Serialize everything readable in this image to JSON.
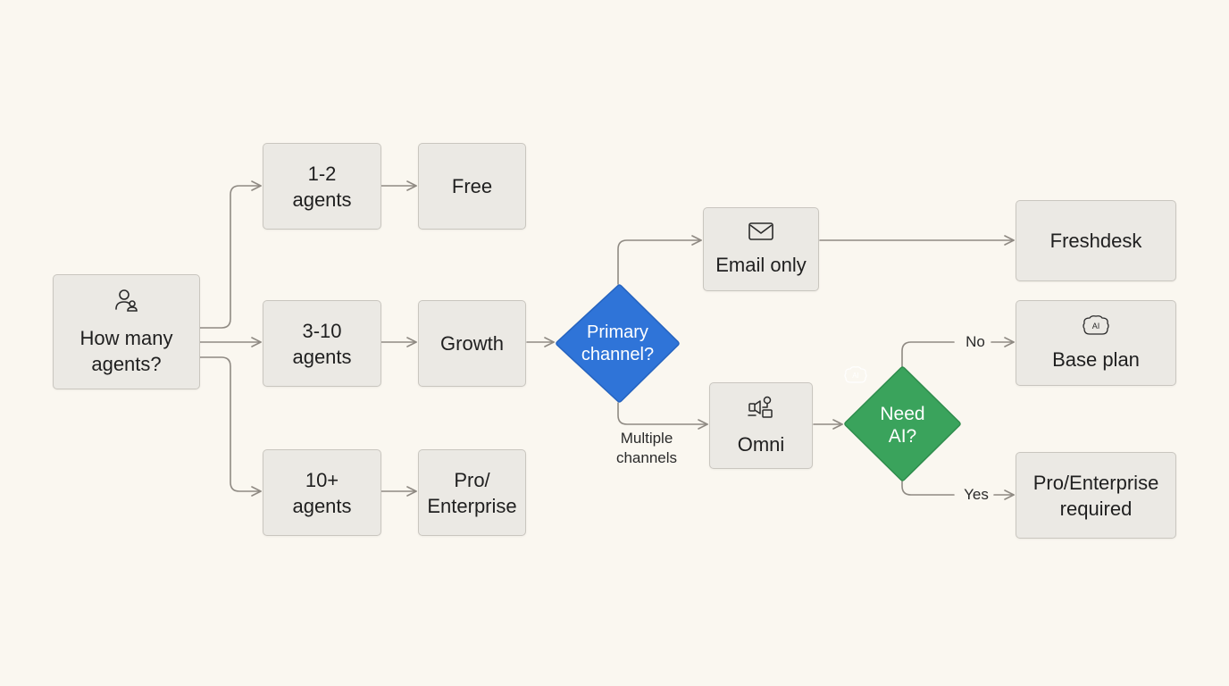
{
  "colors": {
    "background": "#faf7f0",
    "node_fill": "#ebe9e4",
    "node_border": "#c9c6bf",
    "edge": "#8f8a83",
    "decision_blue": "#2f74d8",
    "decision_green": "#3aa35c"
  },
  "nodes": {
    "how_many": {
      "label": "How many\nagents?",
      "icon": "user-group-icon"
    },
    "a12": {
      "label": "1-2\nagents"
    },
    "a310": {
      "label": "3-10\nagents"
    },
    "a10p": {
      "label": "10+\nagents"
    },
    "free": {
      "label": "Free"
    },
    "growth": {
      "label": "Growth"
    },
    "pro_ent": {
      "label": "Pro/\nEnterprise"
    },
    "primary": {
      "label": "Primary\nchannel?"
    },
    "email": {
      "label": "Email only",
      "icon": "envelope-icon"
    },
    "omni": {
      "label": "Omni",
      "icon": "multichannel-icon"
    },
    "freshdesk": {
      "label": "Freshdesk"
    },
    "need_ai": {
      "label": "Need\nAI?",
      "icon": "ai-brain-icon"
    },
    "base_plan": {
      "label": "Base plan",
      "icon": "ai-brain-icon"
    },
    "pro_ent_req": {
      "label": "Pro/Enterprise\nrequired"
    }
  },
  "icons": {
    "ai_badge": "AI"
  },
  "edge_labels": {
    "multiple": "Multiple\nchannels",
    "no": "No",
    "yes": "Yes"
  }
}
